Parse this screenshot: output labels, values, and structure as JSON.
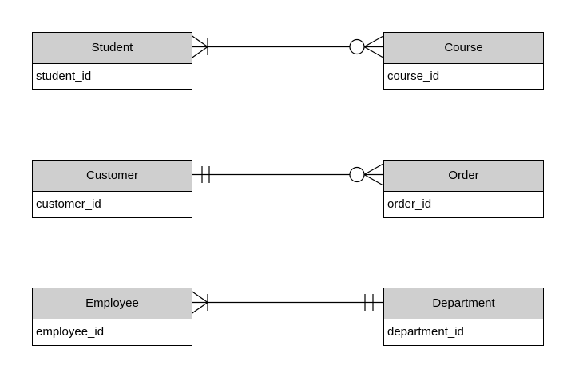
{
  "diagram": {
    "type": "entity-relationship-diagram",
    "colors": {
      "background": "#ffffff",
      "entity_header_fill": "#cfcfcf",
      "entity_body_fill": "#ffffff",
      "border_and_line": "#000000",
      "text": "#000000"
    },
    "entities": [
      {
        "name": "Student",
        "attributes": [
          "student_id"
        ]
      },
      {
        "name": "Course",
        "attributes": [
          "course_id"
        ]
      },
      {
        "name": "Customer",
        "attributes": [
          "customer_id"
        ]
      },
      {
        "name": "Order",
        "attributes": [
          "order_id"
        ]
      },
      {
        "name": "Employee",
        "attributes": [
          "employee_id"
        ]
      },
      {
        "name": "Department",
        "attributes": [
          "department_id"
        ]
      }
    ],
    "relationships": [
      {
        "from": "Student",
        "to": "Course",
        "from_cardinality": "one or many",
        "from_notation": "crow's foot with bar",
        "to_cardinality": "zero or many",
        "to_notation": "circle with crow's foot"
      },
      {
        "from": "Customer",
        "to": "Order",
        "from_cardinality": "one and only one",
        "from_notation": "double bar",
        "to_cardinality": "zero or many",
        "to_notation": "circle with crow's foot"
      },
      {
        "from": "Employee",
        "to": "Department",
        "from_cardinality": "one or many",
        "from_notation": "crow's foot with bar",
        "to_cardinality": "one and only one",
        "to_notation": "double bar"
      }
    ]
  }
}
